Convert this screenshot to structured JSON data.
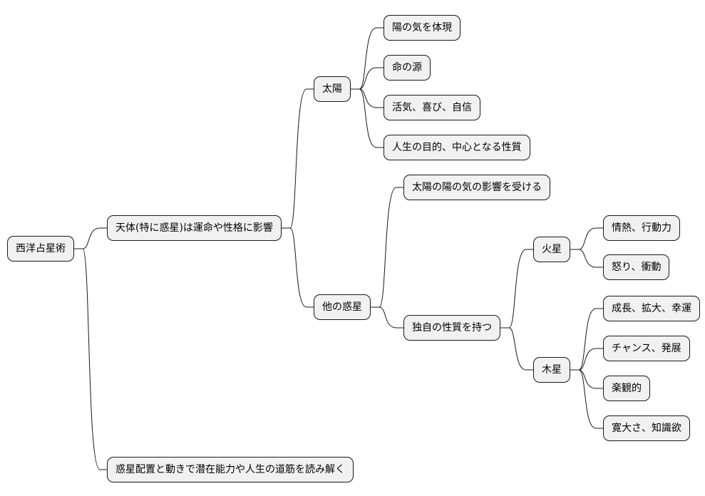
{
  "colors": {
    "node_fill": "#f1f1f1",
    "node_border": "#181818",
    "edge": "#181818",
    "background": "#ffffff"
  },
  "mindmap": {
    "root": "西洋占星術",
    "l1": {
      "celestial": "天体(特に惑星)は運命や性格に影響",
      "reading": "惑星配置と動きで潜在能力や人生の道筋を読み解く"
    },
    "sun": {
      "label": "太陽",
      "items": [
        "陽の気を体現",
        "命の源",
        "活気、喜び、自信",
        "人生の目的、中心となる性質"
      ]
    },
    "others": {
      "label": "他の惑星",
      "receive": "太陽の陽の気の影響を受ける",
      "unique": "独自の性質を持つ"
    },
    "mars": {
      "label": "火星",
      "items": [
        "情熱、行動力",
        "怒り、衝動"
      ]
    },
    "jupiter": {
      "label": "木星",
      "items": [
        "成長、拡大、幸運",
        "チャンス、発展",
        "楽観的",
        "寛大さ、知識欲"
      ]
    }
  }
}
